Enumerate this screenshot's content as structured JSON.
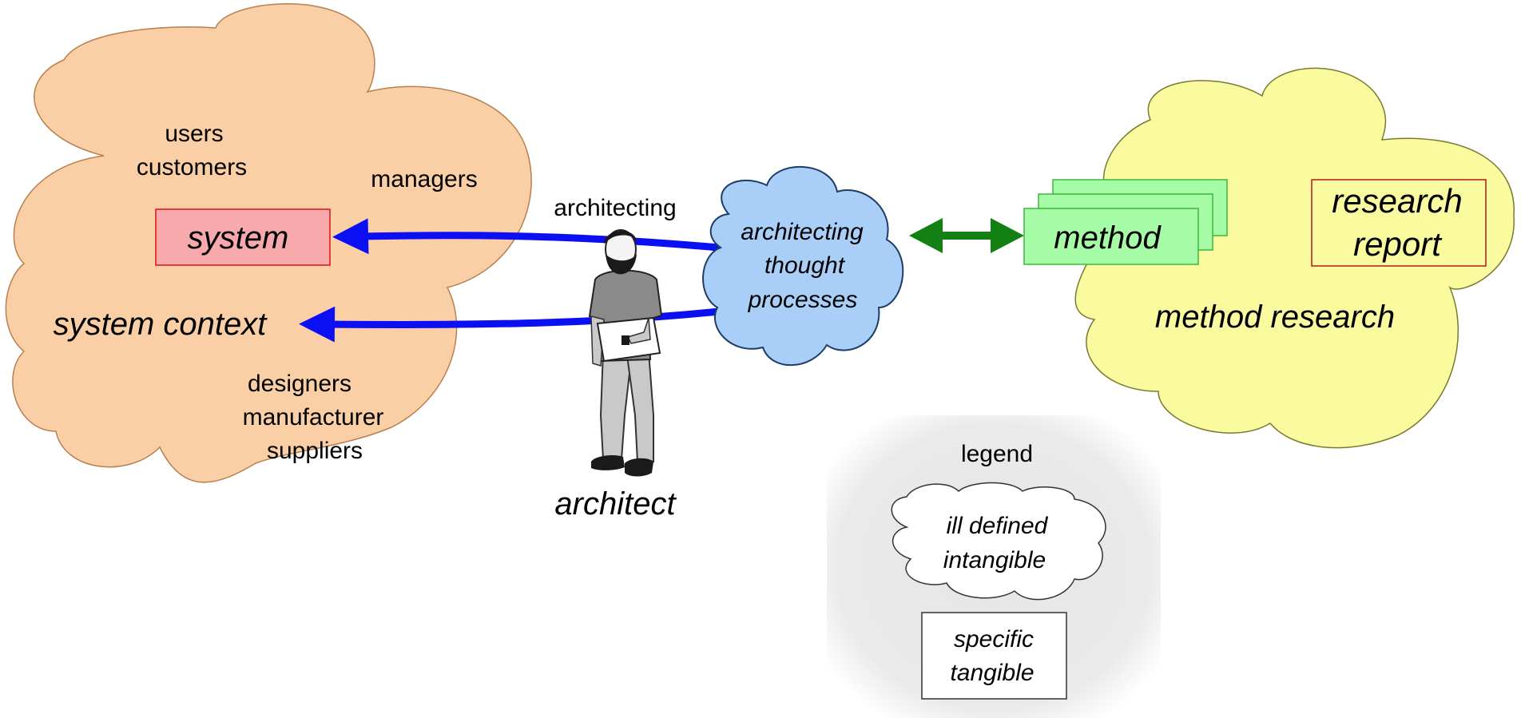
{
  "system_context_cloud": {
    "title": "system context",
    "stakeholders_top": [
      "users",
      "customers"
    ],
    "stakeholder_managers": "managers",
    "stakeholders_bottom": [
      "designers",
      "manufacturer",
      "suppliers"
    ],
    "system_box": "system"
  },
  "architect": {
    "activity_label": "architecting",
    "label": "architect"
  },
  "thought_cloud": {
    "lines": [
      "architecting",
      "thought",
      "processes"
    ]
  },
  "method_research_cloud": {
    "title": "method research",
    "method_card_front": "method",
    "method_card_back": "method",
    "report_lines": [
      "research",
      "report"
    ]
  },
  "legend": {
    "title": "legend",
    "cloud_lines": [
      "ill defined",
      "intangible"
    ],
    "box_lines": [
      "specific",
      "tangible"
    ]
  },
  "colors": {
    "context_cloud_fill": "#fbcfa5",
    "system_box_fill": "#f7a9ab",
    "system_box_stroke": "#d9141a",
    "thought_cloud_fill": "#a9cff9",
    "research_cloud_fill": "#fafa9e",
    "method_card_fill": "#a6fba6",
    "method_card_stroke": "#3db83d",
    "report_fill": "#fafa9e",
    "report_stroke": "#b8161a",
    "blue_arrow": "#0a10f2",
    "green_arrow": "#128012"
  }
}
